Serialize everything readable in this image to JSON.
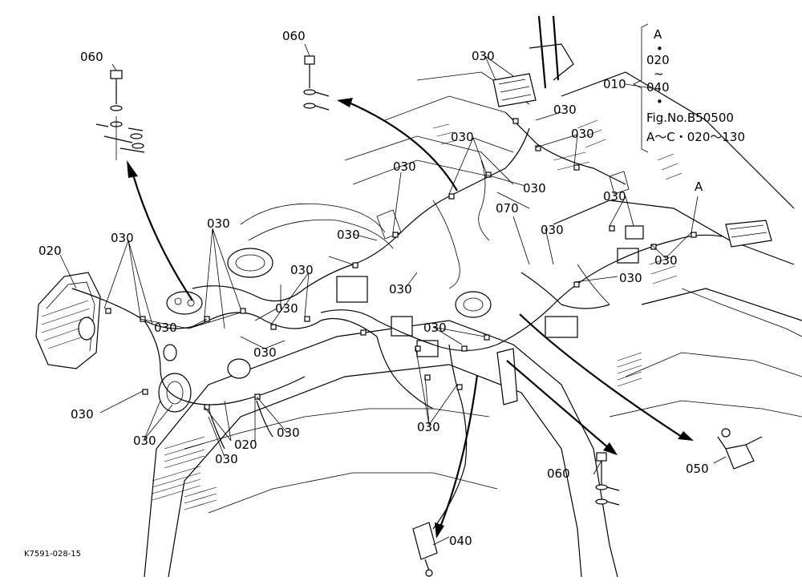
{
  "figure_code": "K7591-028-15",
  "note": {
    "letter_a": "A",
    "dot": "•",
    "range_start": "020",
    "tilde": "~",
    "range_end": "040",
    "prefix": "010",
    "fig_ref": "Fig.No.B50500",
    "fig_range": "A～C・020～130"
  },
  "callouts": {
    "c010": "010",
    "c020": "020",
    "c030": "030",
    "c040": "040",
    "c050": "050",
    "c060": "060",
    "c070": "070",
    "ref_a": "A"
  }
}
